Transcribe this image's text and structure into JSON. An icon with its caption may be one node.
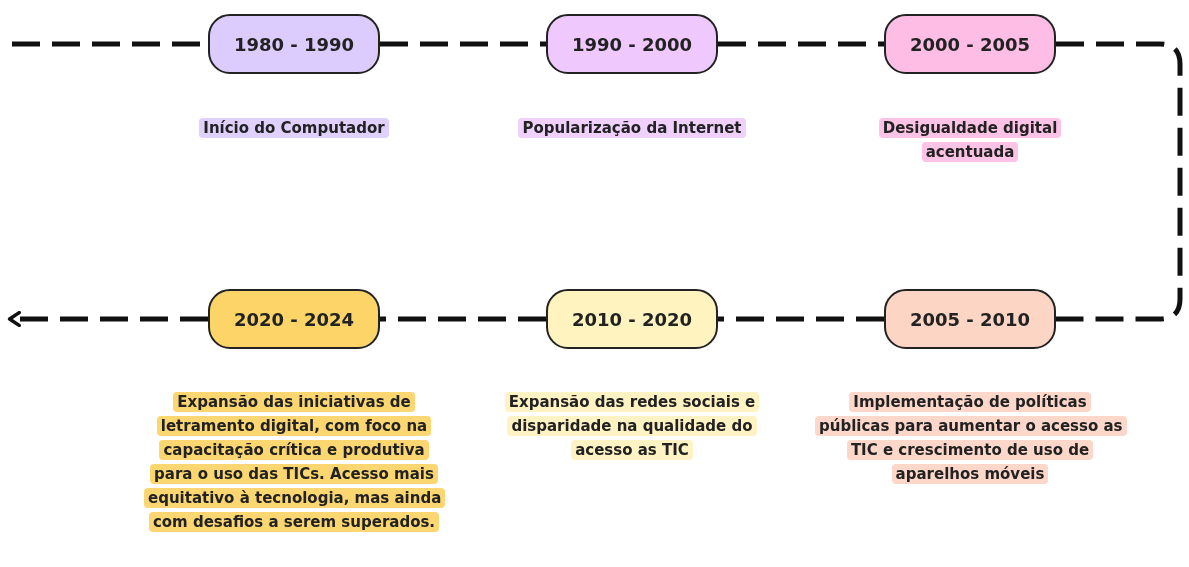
{
  "diagram": {
    "nodes": [
      {
        "text": [
          "1980 - 1990"
        ],
        "beside": [
          "Início do Computador"
        ]
      },
      {
        "text": [
          "1990 - 2000"
        ],
        "beside": [
          "Popularização da Internet"
        ]
      },
      {
        "text": [
          "2000 - 2005"
        ],
        "beside": [
          "Desigualdade digital acentuada"
        ]
      },
      {
        "text": [
          "2020 - 2024"
        ],
        "beside": [
          "Expansão das iniciativas de letramento digital, com foco na capacitação crítica e produtiva para o uso das TICs. Acesso mais equitativo à tecnologia, mas ainda com desafios a serem superados."
        ]
      },
      {
        "text": [
          "2010 - 2020"
        ],
        "beside": [
          "Expansão das redes sociais e disparidade na qualidade do acesso as TIC"
        ]
      },
      {
        "text": [
          "2005 - 2010"
        ],
        "beside": [
          "Implementação de políticas públicas para aumentar o acesso as TIC e crescimento de uso de aparelhos móveis"
        ]
      }
    ],
    "edges": [
      {
        "from": null,
        "to": 0,
        "arrow": "none",
        "style": "dashed"
      },
      {
        "from": 0,
        "to": 1,
        "arrow": "none",
        "style": "dashed"
      },
      {
        "from": 1,
        "to": 2,
        "arrow": "none",
        "style": "dashed"
      },
      {
        "from": 2,
        "to": 5,
        "arrow": "none",
        "style": "dashed"
      },
      {
        "from": 5,
        "to": 4,
        "arrow": "none",
        "style": "dashed"
      },
      {
        "from": 4,
        "to": 3,
        "arrow": "none",
        "style": "dashed"
      },
      {
        "from": 3,
        "to": null,
        "arrow": "to",
        "style": "dashed"
      }
    ]
  }
}
